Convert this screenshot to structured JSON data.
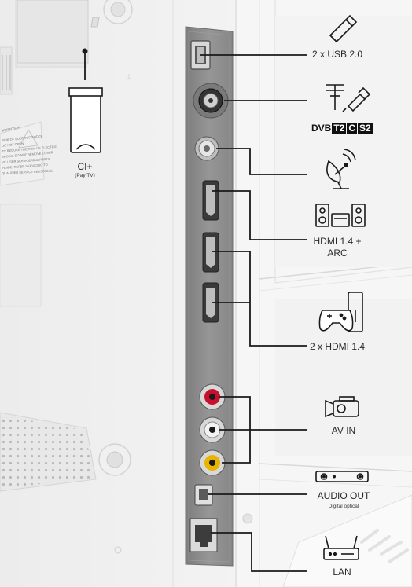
{
  "labels": {
    "usb": "2 x USB 2.0",
    "hdmi_arc_line1": "HDMI 1.4 +",
    "hdmi_arc_line2": "ARC",
    "hdmi_two": "2 x HDMI 1.4",
    "av_in": "AV IN",
    "audio_out": "AUDIO OUT",
    "audio_out_sub": "Digital optical",
    "lan": "LAN",
    "ci_plus": "CI+",
    "ci_sub": "(Pay TV)"
  },
  "dvb_logo": {
    "prefix": "DVB",
    "standards": [
      "T2",
      "C",
      "S2"
    ]
  },
  "warning_sticker": {
    "title": "ATTENTION",
    "lines": [
      "RISK OF ELECTRIC SHOCK",
      "DO NOT OPEN",
      "TO REDUCE THE RISK OF ELECTRIC",
      "SHOCK, DO NOT REMOVE COVER",
      "NO USER SERVICEABLE PARTS",
      "INSIDE. REFER SERVICING TO",
      "QUALIFIED SERVICE PERSONNEL"
    ]
  },
  "colors": {
    "panel": "#8e8e8e",
    "line": "#1a1a1a",
    "audio_red": "#c8102e",
    "audio_white": "#f2f2f2",
    "audio_yellow": "#e8b400",
    "tv_body": "#f4f4f4"
  }
}
